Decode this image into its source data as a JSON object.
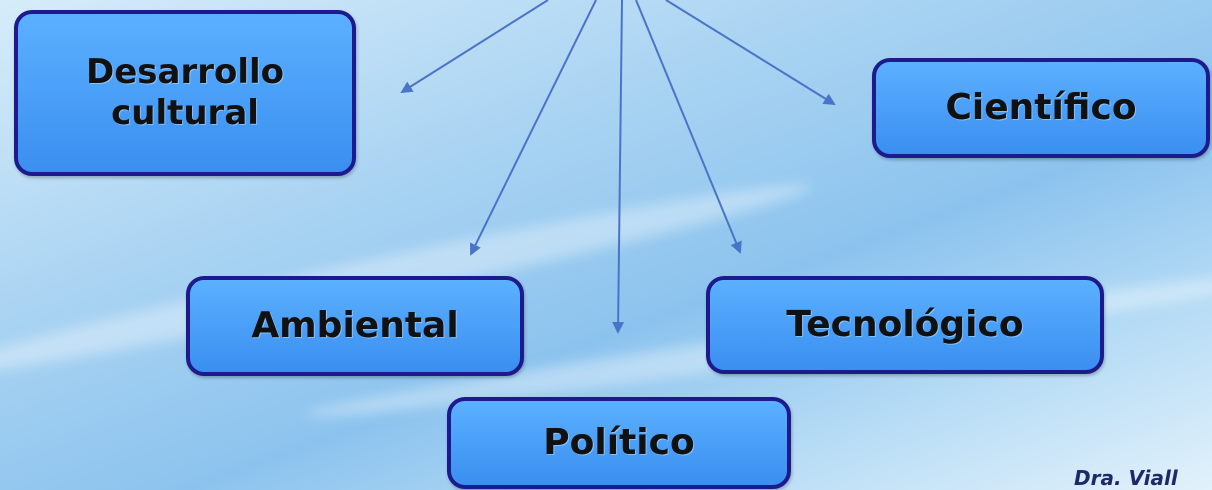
{
  "nodes": {
    "desarrollo_cultural": "Desarrollo cultural",
    "cientifico": "Científico",
    "ambiental": "Ambiental",
    "tecnologico": "Tecnológico",
    "politico": "Político"
  },
  "signature": "Dra. Viall",
  "colors": {
    "node_fill": "#4aa0f8",
    "node_border": "#1c1a8c",
    "arrow": "#4a74c8"
  }
}
